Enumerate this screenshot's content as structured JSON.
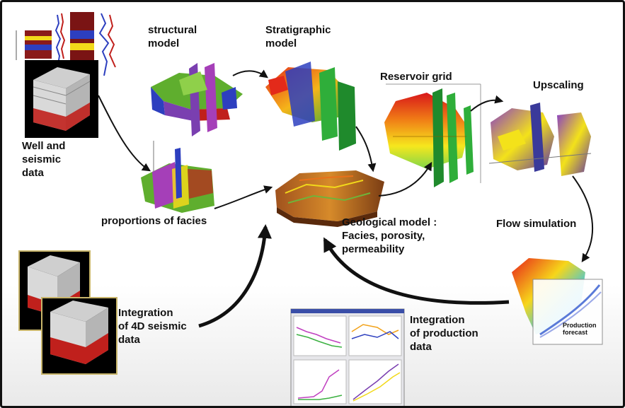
{
  "labels": {
    "well_seismic": "Well and\nseismic\ndata",
    "structural": "structural\nmodel",
    "stratigraphic": "Stratigraphic\nmodel",
    "reservoir_grid": "Reservoir grid",
    "upscaling": "Upscaling",
    "proportions": "proportions of facies",
    "geological": "Geological model :\nFacies, porosity,\npermeability",
    "flow_sim": "Flow simulation",
    "seismic4d": "Integration\nof 4D seismic\ndata",
    "production": "Integration\nof production\ndata",
    "forecast": "Production\nforecast"
  },
  "colors": {
    "arrow": "#111111",
    "frame": "#111111",
    "cube_bg": "#000000",
    "cube_red": "#c0201c",
    "surface_green": "#5fae2e",
    "surface_yellow": "#f2e21a",
    "surface_blue": "#2d3fbf",
    "surface_purple": "#7a3fb0",
    "surface_orange": "#e8711a"
  }
}
